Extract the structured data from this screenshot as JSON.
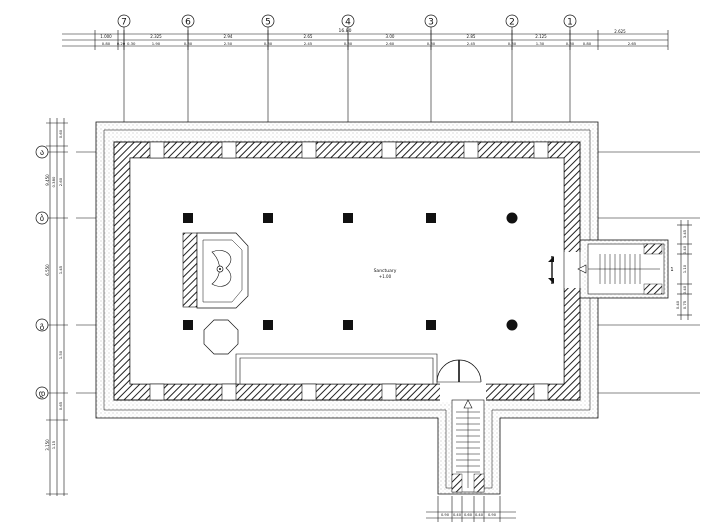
{
  "grid_columns": [
    "7",
    "6",
    "5",
    "4",
    "3",
    "2",
    "1"
  ],
  "grid_rows": [
    "ა",
    "ბ",
    "გ",
    "დ"
  ],
  "overall_dimension": "16.80",
  "top_dims_row1": [
    "1.000",
    "2.325",
    "2.94",
    "2.65",
    "3.00",
    "2.85",
    "2.125",
    "2.625"
  ],
  "top_dims_row2": [
    "0.80",
    "0.20",
    "0.30",
    "1.90",
    "0.30",
    "2.50",
    "0.30",
    "2.45",
    "0.30",
    "2.60",
    "0.30",
    "2.45",
    "0.30",
    "1.30",
    "0.30",
    "0.80",
    "2.65"
  ],
  "left_dims_outer": [
    "9.450",
    "6.550",
    "3.150"
  ],
  "left_dims_inner": [
    "0.60",
    "0.380",
    "2.60",
    "1.45",
    "1.50",
    "0.65",
    "1.15"
  ],
  "right_dims": [
    "3.45",
    "0.40",
    "1.10",
    "0.40",
    "0.75",
    "0.40"
  ],
  "bottom_dims": [
    "0.90",
    "0.40",
    "0.60",
    "0.40",
    "0.90"
  ],
  "room_name": "Sanctuary",
  "room_level": "+1.00",
  "stair_marker": "1",
  "colors": {
    "ink": "#111111",
    "hatch": "#222222",
    "dots": "#9a9a9a",
    "background": "#ffffff"
  }
}
